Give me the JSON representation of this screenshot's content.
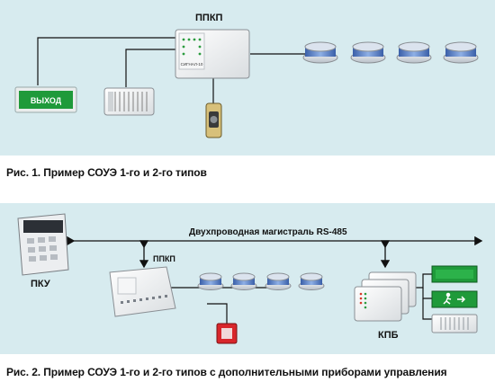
{
  "figure1": {
    "caption": "Рис. 1. Пример СОУЭ 1-го и 2-го типов",
    "ppkp_label": "ППКП",
    "exit_sign_text": "ВЫХОД",
    "ppkp_model_text": "СИГНАЛ-10",
    "smoke_detector_count": 4
  },
  "figure2": {
    "caption": "Рис. 2. Пример СОУЭ 1-го и 2-го типов с дополнительными приборами управления",
    "bus_label": "Двухпроводная магистраль RS-485",
    "ppkp_label": "ППКП",
    "pku_label": "ПКУ",
    "kpb_label": "КПБ",
    "smoke_detector_count": 4
  },
  "colors": {
    "panel_background": "#d7ebef",
    "exit_sign_green": "#1f9a3a",
    "wire": "#111111"
  }
}
